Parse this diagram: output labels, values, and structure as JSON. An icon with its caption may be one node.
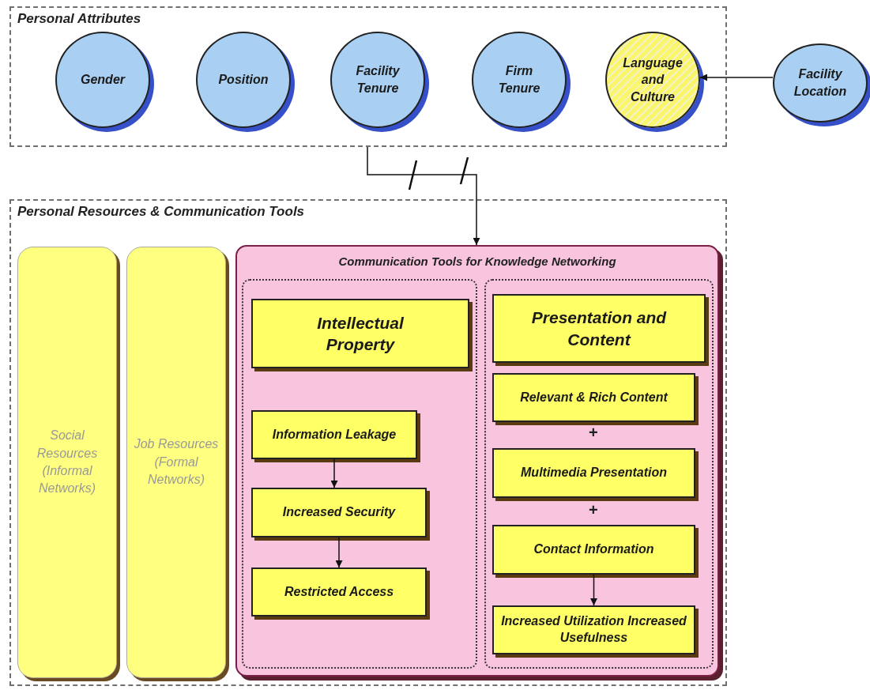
{
  "diagram": {
    "nodes": [
      {
        "text": [
          "Personal Attributes"
        ]
      },
      {
        "text": [
          "Gender"
        ],
        "in": 0
      },
      {
        "text": [
          "Position"
        ],
        "in": 0
      },
      {
        "text": [
          "Facility Tenure"
        ],
        "in": 0
      },
      {
        "text": [
          "Firm Tenure"
        ],
        "in": 0
      },
      {
        "text": [
          "Language and Culture"
        ],
        "in": 0
      },
      {
        "text": [
          "Facility Location"
        ]
      },
      {
        "text": [
          "Personal Resources & Communication Tools"
        ]
      },
      {
        "text": [
          "Social Resources (Informal Networks)"
        ],
        "in": 7
      },
      {
        "text": [
          "Job Resources (Formal Networks)"
        ],
        "in": 7
      },
      {
        "text": [
          "Communication Tools for Knowledge Networking"
        ],
        "in": 7
      },
      {
        "text": [],
        "shape": "box",
        "in": 10
      },
      {
        "text": [
          "Intellectual Property"
        ],
        "in": 11
      },
      {
        "text": [
          "Information Leakage"
        ],
        "in": 11
      },
      {
        "text": [
          "Increased Security"
        ],
        "in": 11
      },
      {
        "text": [
          "Restricted Access"
        ],
        "in": 11
      },
      {
        "text": [],
        "shape": "box",
        "in": 10
      },
      {
        "text": [
          "Presentation and Content"
        ],
        "in": 16
      },
      {
        "text": [
          "Relevant & Rich Content"
        ],
        "in": 16
      },
      {
        "text": [
          "Multimedia Presentation"
        ],
        "in": 16
      },
      {
        "text": [
          "Contact Information"
        ],
        "in": 16
      },
      {
        "text": [
          "Increased Utilization Increased Usefulness"
        ],
        "in": 16
      }
    ],
    "edges": [
      {
        "from": 6,
        "to": 5,
        "arrow": "to"
      },
      {
        "from": 0,
        "to": 10,
        "arrow": "to"
      },
      {
        "from": 13,
        "to": 14,
        "arrow": "to"
      },
      {
        "from": 14,
        "to": 15,
        "arrow": "to"
      },
      {
        "from": 20,
        "to": 21,
        "arrow": "to"
      }
    ],
    "labels": [
      "+",
      "+"
    ]
  }
}
